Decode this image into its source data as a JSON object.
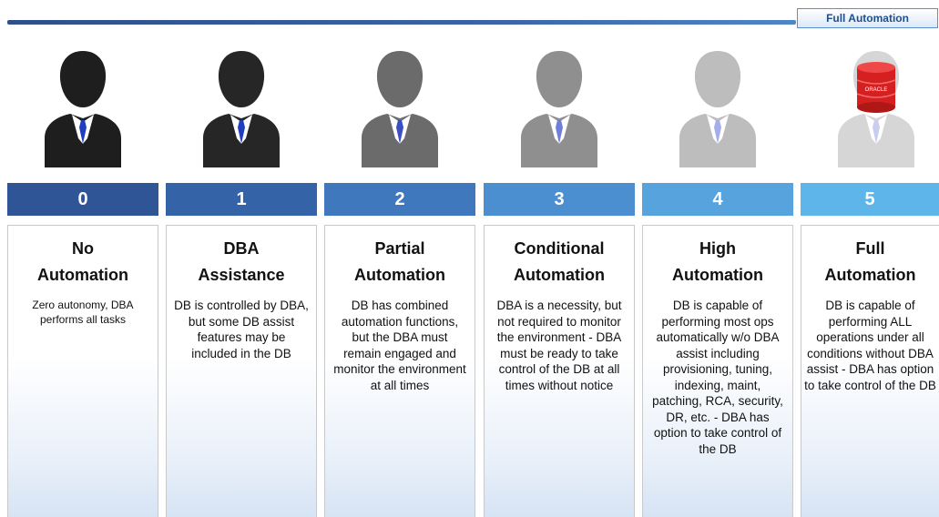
{
  "header": {
    "full_automation_tag": "Full Automation"
  },
  "levels": [
    {
      "number": "0",
      "title_line1": "No",
      "title_line2": "Automation",
      "description": "Zero autonomy, DBA performs all tasks",
      "bar_color": "#2f5597",
      "figure_color": "#1e1e1e"
    },
    {
      "number": "1",
      "title_line1": "DBA",
      "title_line2": "Assistance",
      "description": "DB is controlled by DBA, but some DB assist features may be included in the DB",
      "bar_color": "#3563a8",
      "figure_color": "#262626"
    },
    {
      "number": "2",
      "title_line1": "Partial",
      "title_line2": "Automation",
      "description": "DB has combined automation functions, but the DBA must remain engaged and monitor the environment at all times",
      "bar_color": "#3f78bd",
      "figure_color": "#6b6b6b"
    },
    {
      "number": "3",
      "title_line1": "Conditional",
      "title_line2": "Automation",
      "description": "DBA is a necessity, but not required to monitor the environment - DBA must be ready to take control of the DB at all times without notice",
      "bar_color": "#4b8fd0",
      "figure_color": "#8f8f8f"
    },
    {
      "number": "4",
      "title_line1": "High",
      "title_line2": "Automation",
      "description": "DB is capable of performing most ops automatically w/o DBA assist including provisioning, tuning, indexing, maint, patching, RCA, security, DR, etc. - DBA has option to take control of the DB",
      "bar_color": "#56a3de",
      "figure_color": "#bdbdbd"
    },
    {
      "number": "5",
      "title_line1": "Full",
      "title_line2": "Automation",
      "description": "DB is capable of performing ALL operations under all conditions without DBA assist - DBA has option to take control of the DB",
      "bar_color": "#5db5ea",
      "figure_color": "#d6d6d6",
      "logo_text": "ORACLE"
    }
  ]
}
